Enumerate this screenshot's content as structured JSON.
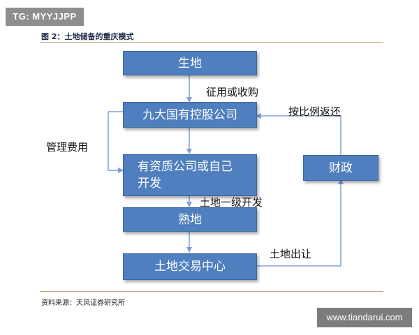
{
  "watermark_top": "TG: MYYJJPP",
  "figure_title": "图 2：土地储备的重庆模式",
  "boxes": {
    "raw_land": "生地",
    "nine_companies": "九大国有控股公司",
    "capital_companies": "有资质公司或自己开发",
    "mature_land": "熟地",
    "land_exchange": "土地交易中心",
    "finance": "财政"
  },
  "labels": {
    "expropriate": "征用或收购",
    "return_by_ratio": "按比例返还",
    "management_fee": "管理费用",
    "primary_development": "土地一级开发",
    "land_transfer": "土地出让"
  },
  "source": "资料来源：天风证券研究所",
  "watermark_bottom": "www.tiandarui.com",
  "colors": {
    "box_fill": "#4f7fbf",
    "box_text": "#ffffff",
    "line": "#7f9fd0",
    "rule": "#b8a27a"
  }
}
